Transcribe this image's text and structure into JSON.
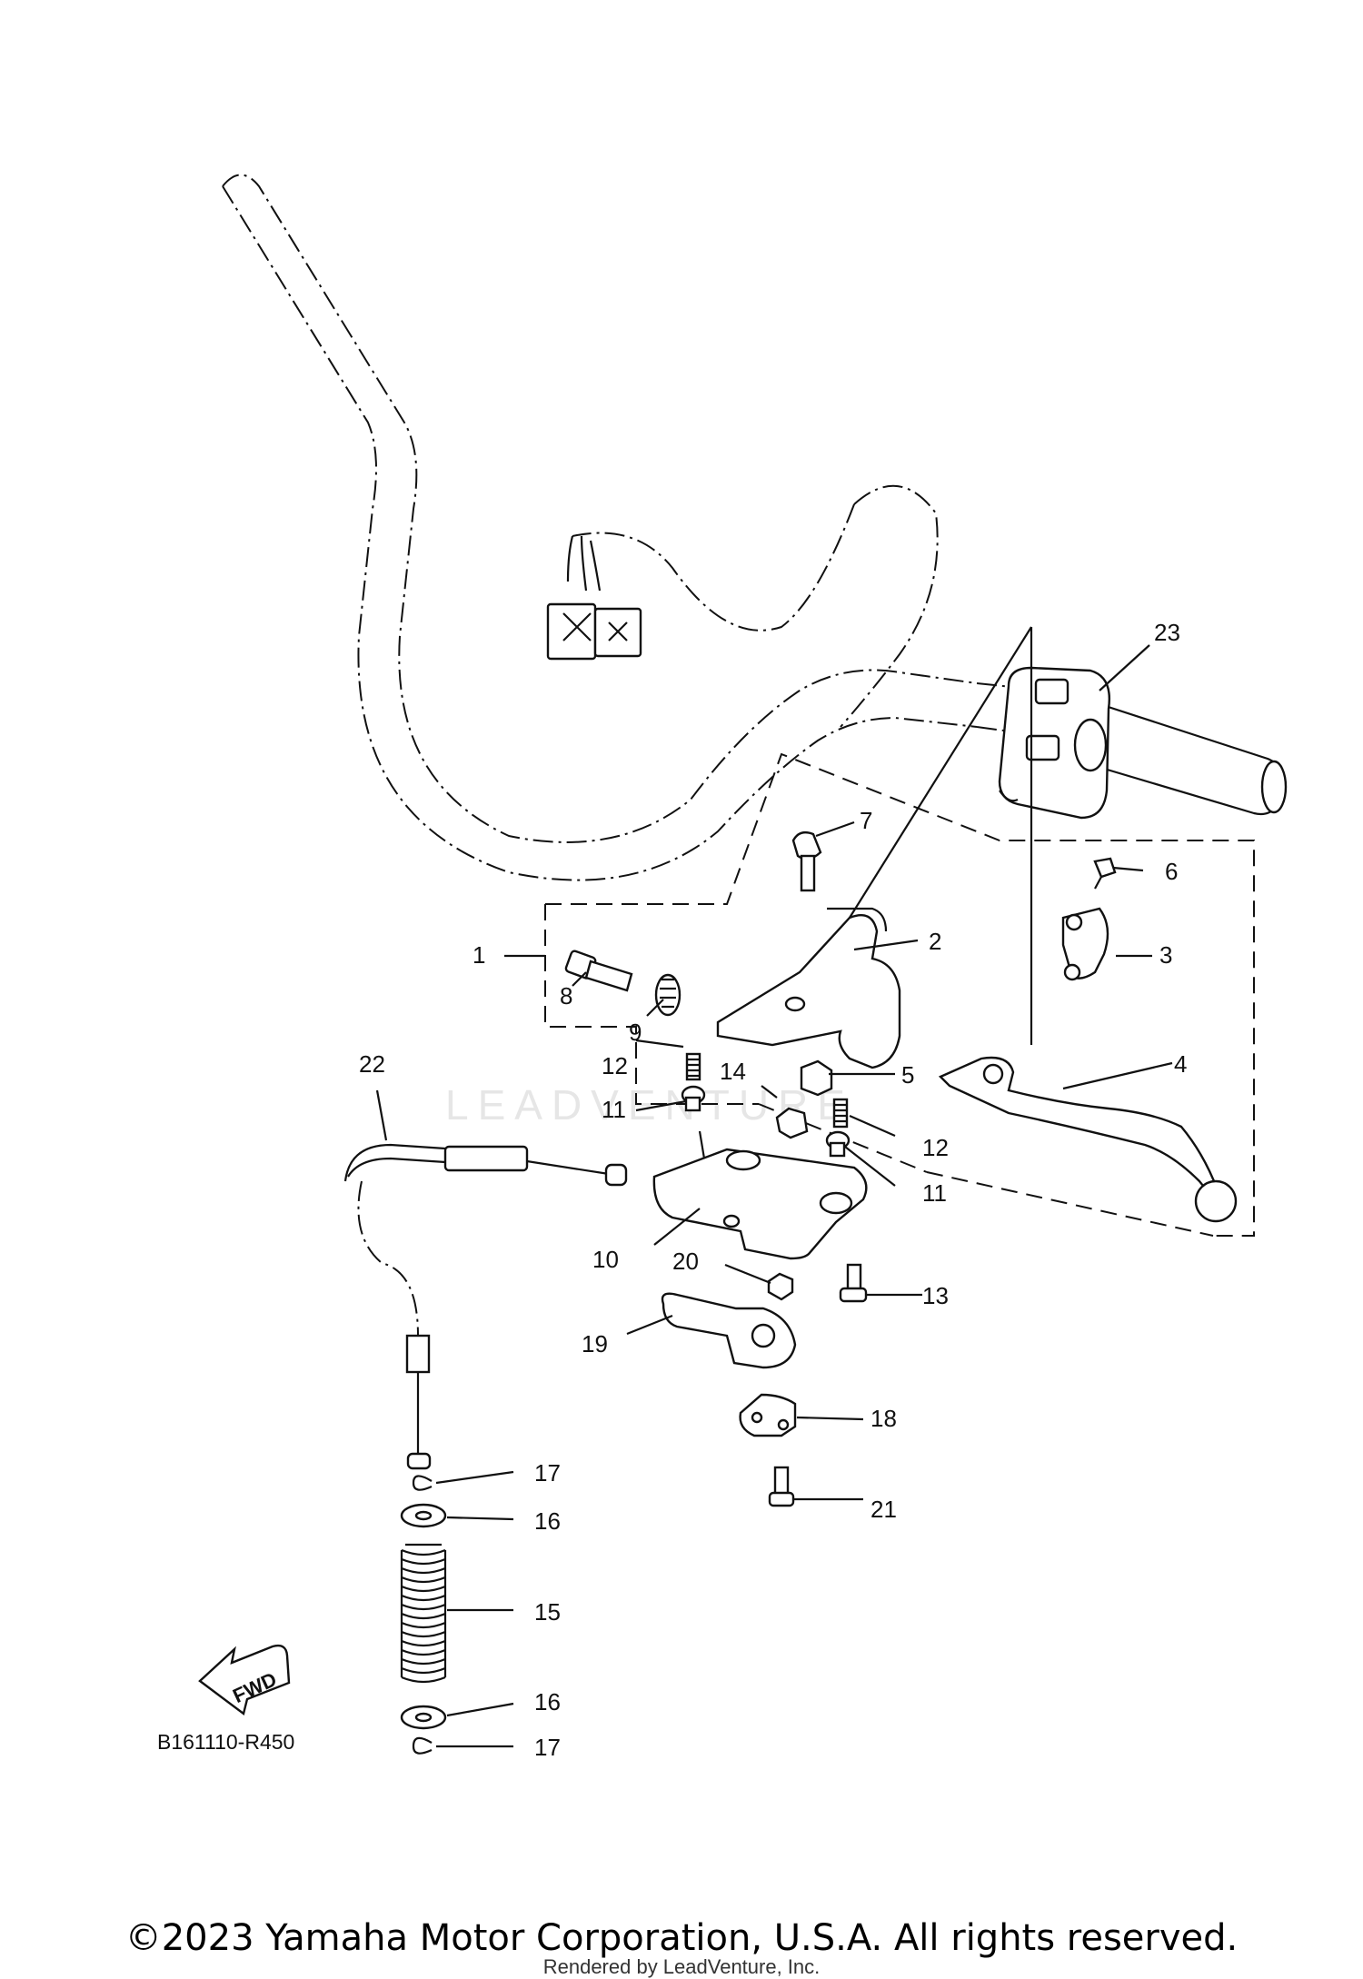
{
  "watermark": "LEADVENTURE",
  "diagram_code": "B161110-R450",
  "fwd_label": "FWD",
  "callouts": [
    "1",
    "2",
    "3",
    "4",
    "5",
    "6",
    "7",
    "8",
    "9",
    "10",
    "11",
    "11",
    "12",
    "12",
    "13",
    "14",
    "15",
    "16",
    "16",
    "17",
    "17",
    "18",
    "19",
    "20",
    "21",
    "22",
    "23"
  ],
  "copyright": "©2023 Yamaha Motor Corporation, U.S.A. All rights reserved.",
  "rendered_by": "Rendered by LeadVenture, Inc."
}
